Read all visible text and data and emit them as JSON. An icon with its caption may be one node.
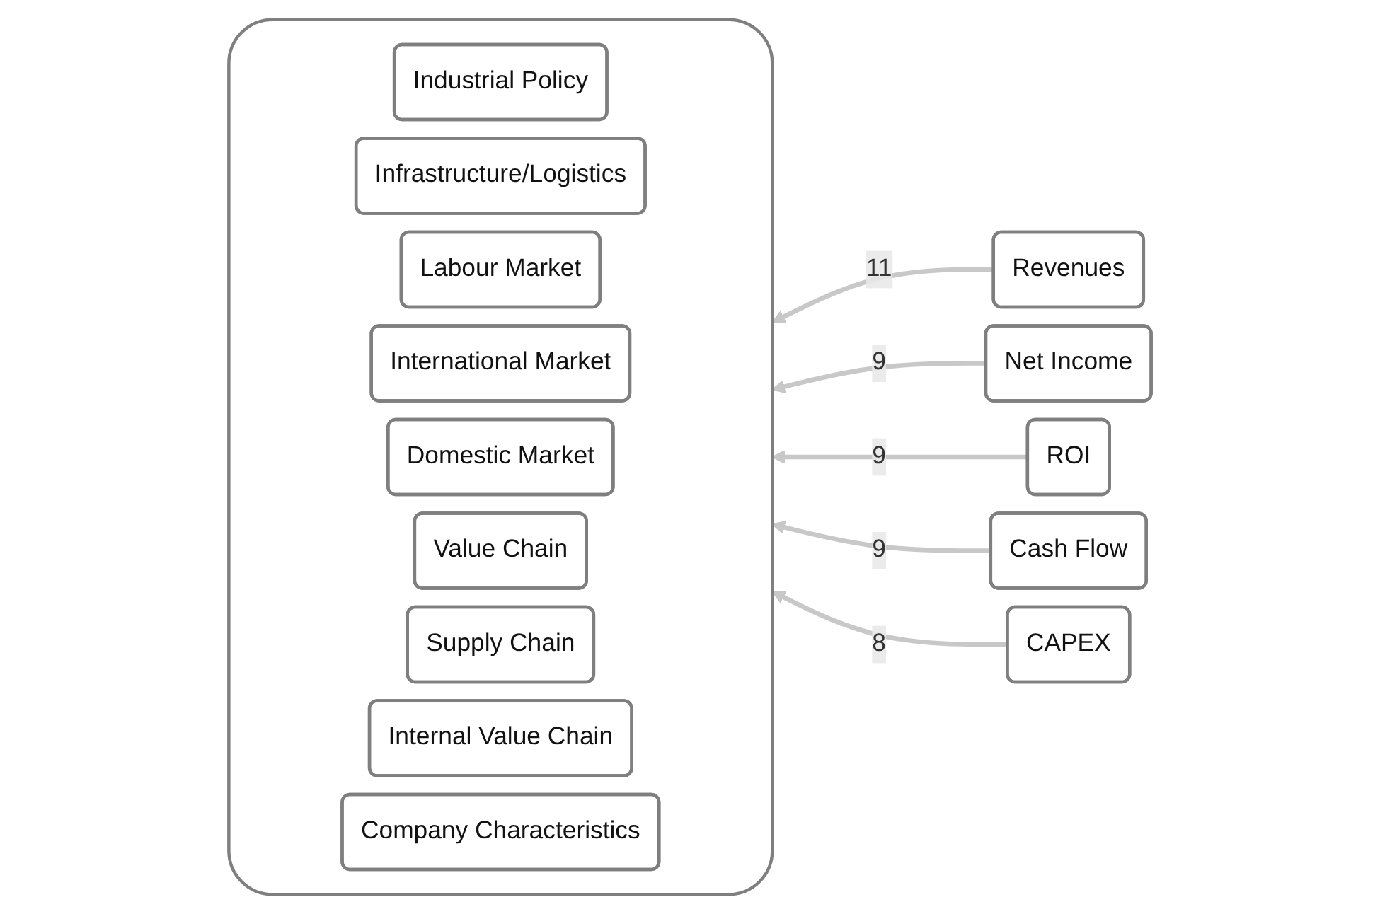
{
  "diagram": {
    "nodes": [
      {
        "text": [],
        "shape": "box"
      },
      {
        "text": [
          "Industrial Policy"
        ],
        "in": 0
      },
      {
        "text": [
          "Infrastructure/Logistics"
        ],
        "in": 0
      },
      {
        "text": [
          "Labour Market"
        ],
        "in": 0
      },
      {
        "text": [
          "International Market"
        ],
        "in": 0
      },
      {
        "text": [
          "Domestic Market"
        ],
        "in": 0
      },
      {
        "text": [
          "Value Chain"
        ],
        "in": 0
      },
      {
        "text": [
          "Supply Chain"
        ],
        "in": 0
      },
      {
        "text": [
          "Internal Value Chain"
        ],
        "in": 0
      },
      {
        "text": [
          "Company Characteristics"
        ],
        "in": 0
      },
      {
        "text": [
          "Revenues"
        ]
      },
      {
        "text": [
          "Net Income"
        ]
      },
      {
        "text": [
          "ROI"
        ]
      },
      {
        "text": [
          "Cash Flow"
        ]
      },
      {
        "text": [
          "CAPEX"
        ]
      }
    ],
    "edges": [
      {
        "from": 10,
        "to": 0,
        "arrow": "to",
        "label": "11"
      },
      {
        "from": 11,
        "to": 0,
        "arrow": "to",
        "label": "9"
      },
      {
        "from": 12,
        "to": 0,
        "arrow": "to",
        "label": "9"
      },
      {
        "from": 13,
        "to": 0,
        "arrow": "to",
        "label": "9"
      },
      {
        "from": 14,
        "to": 0,
        "arrow": "to",
        "label": "8"
      }
    ]
  }
}
